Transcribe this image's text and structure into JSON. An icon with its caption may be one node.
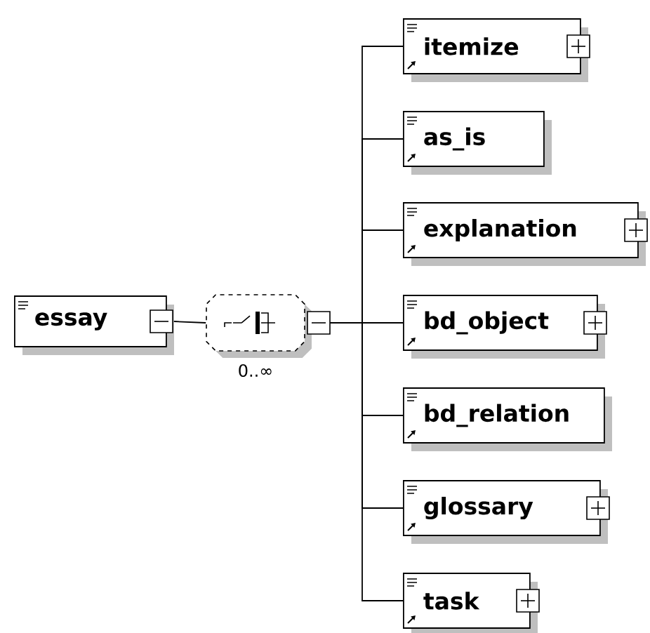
{
  "diagram": {
    "nodes": [
      {
        "text": [
          "essay"
        ]
      },
      {
        "text": [],
        "shape": "octagon",
        "beside": [
          "0..∞"
        ]
      },
      {
        "text": [
          "itemize"
        ]
      },
      {
        "text": [
          "as_is"
        ]
      },
      {
        "text": [
          "explanation"
        ]
      },
      {
        "text": [
          "bd_object"
        ]
      },
      {
        "text": [
          "bd_relation"
        ]
      },
      {
        "text": [
          "glossary"
        ]
      },
      {
        "text": [
          "task"
        ]
      }
    ],
    "edges": [
      {
        "from": 0,
        "to": 1,
        "arrow": "none"
      },
      {
        "from": 1,
        "to": 2,
        "arrow": "none"
      },
      {
        "from": 1,
        "to": 3,
        "arrow": "none"
      },
      {
        "from": 1,
        "to": 4,
        "arrow": "none"
      },
      {
        "from": 1,
        "to": 5,
        "arrow": "none"
      },
      {
        "from": 1,
        "to": 6,
        "arrow": "none"
      },
      {
        "from": 1,
        "to": 7,
        "arrow": "none"
      },
      {
        "from": 1,
        "to": 8,
        "arrow": "none"
      }
    ]
  }
}
